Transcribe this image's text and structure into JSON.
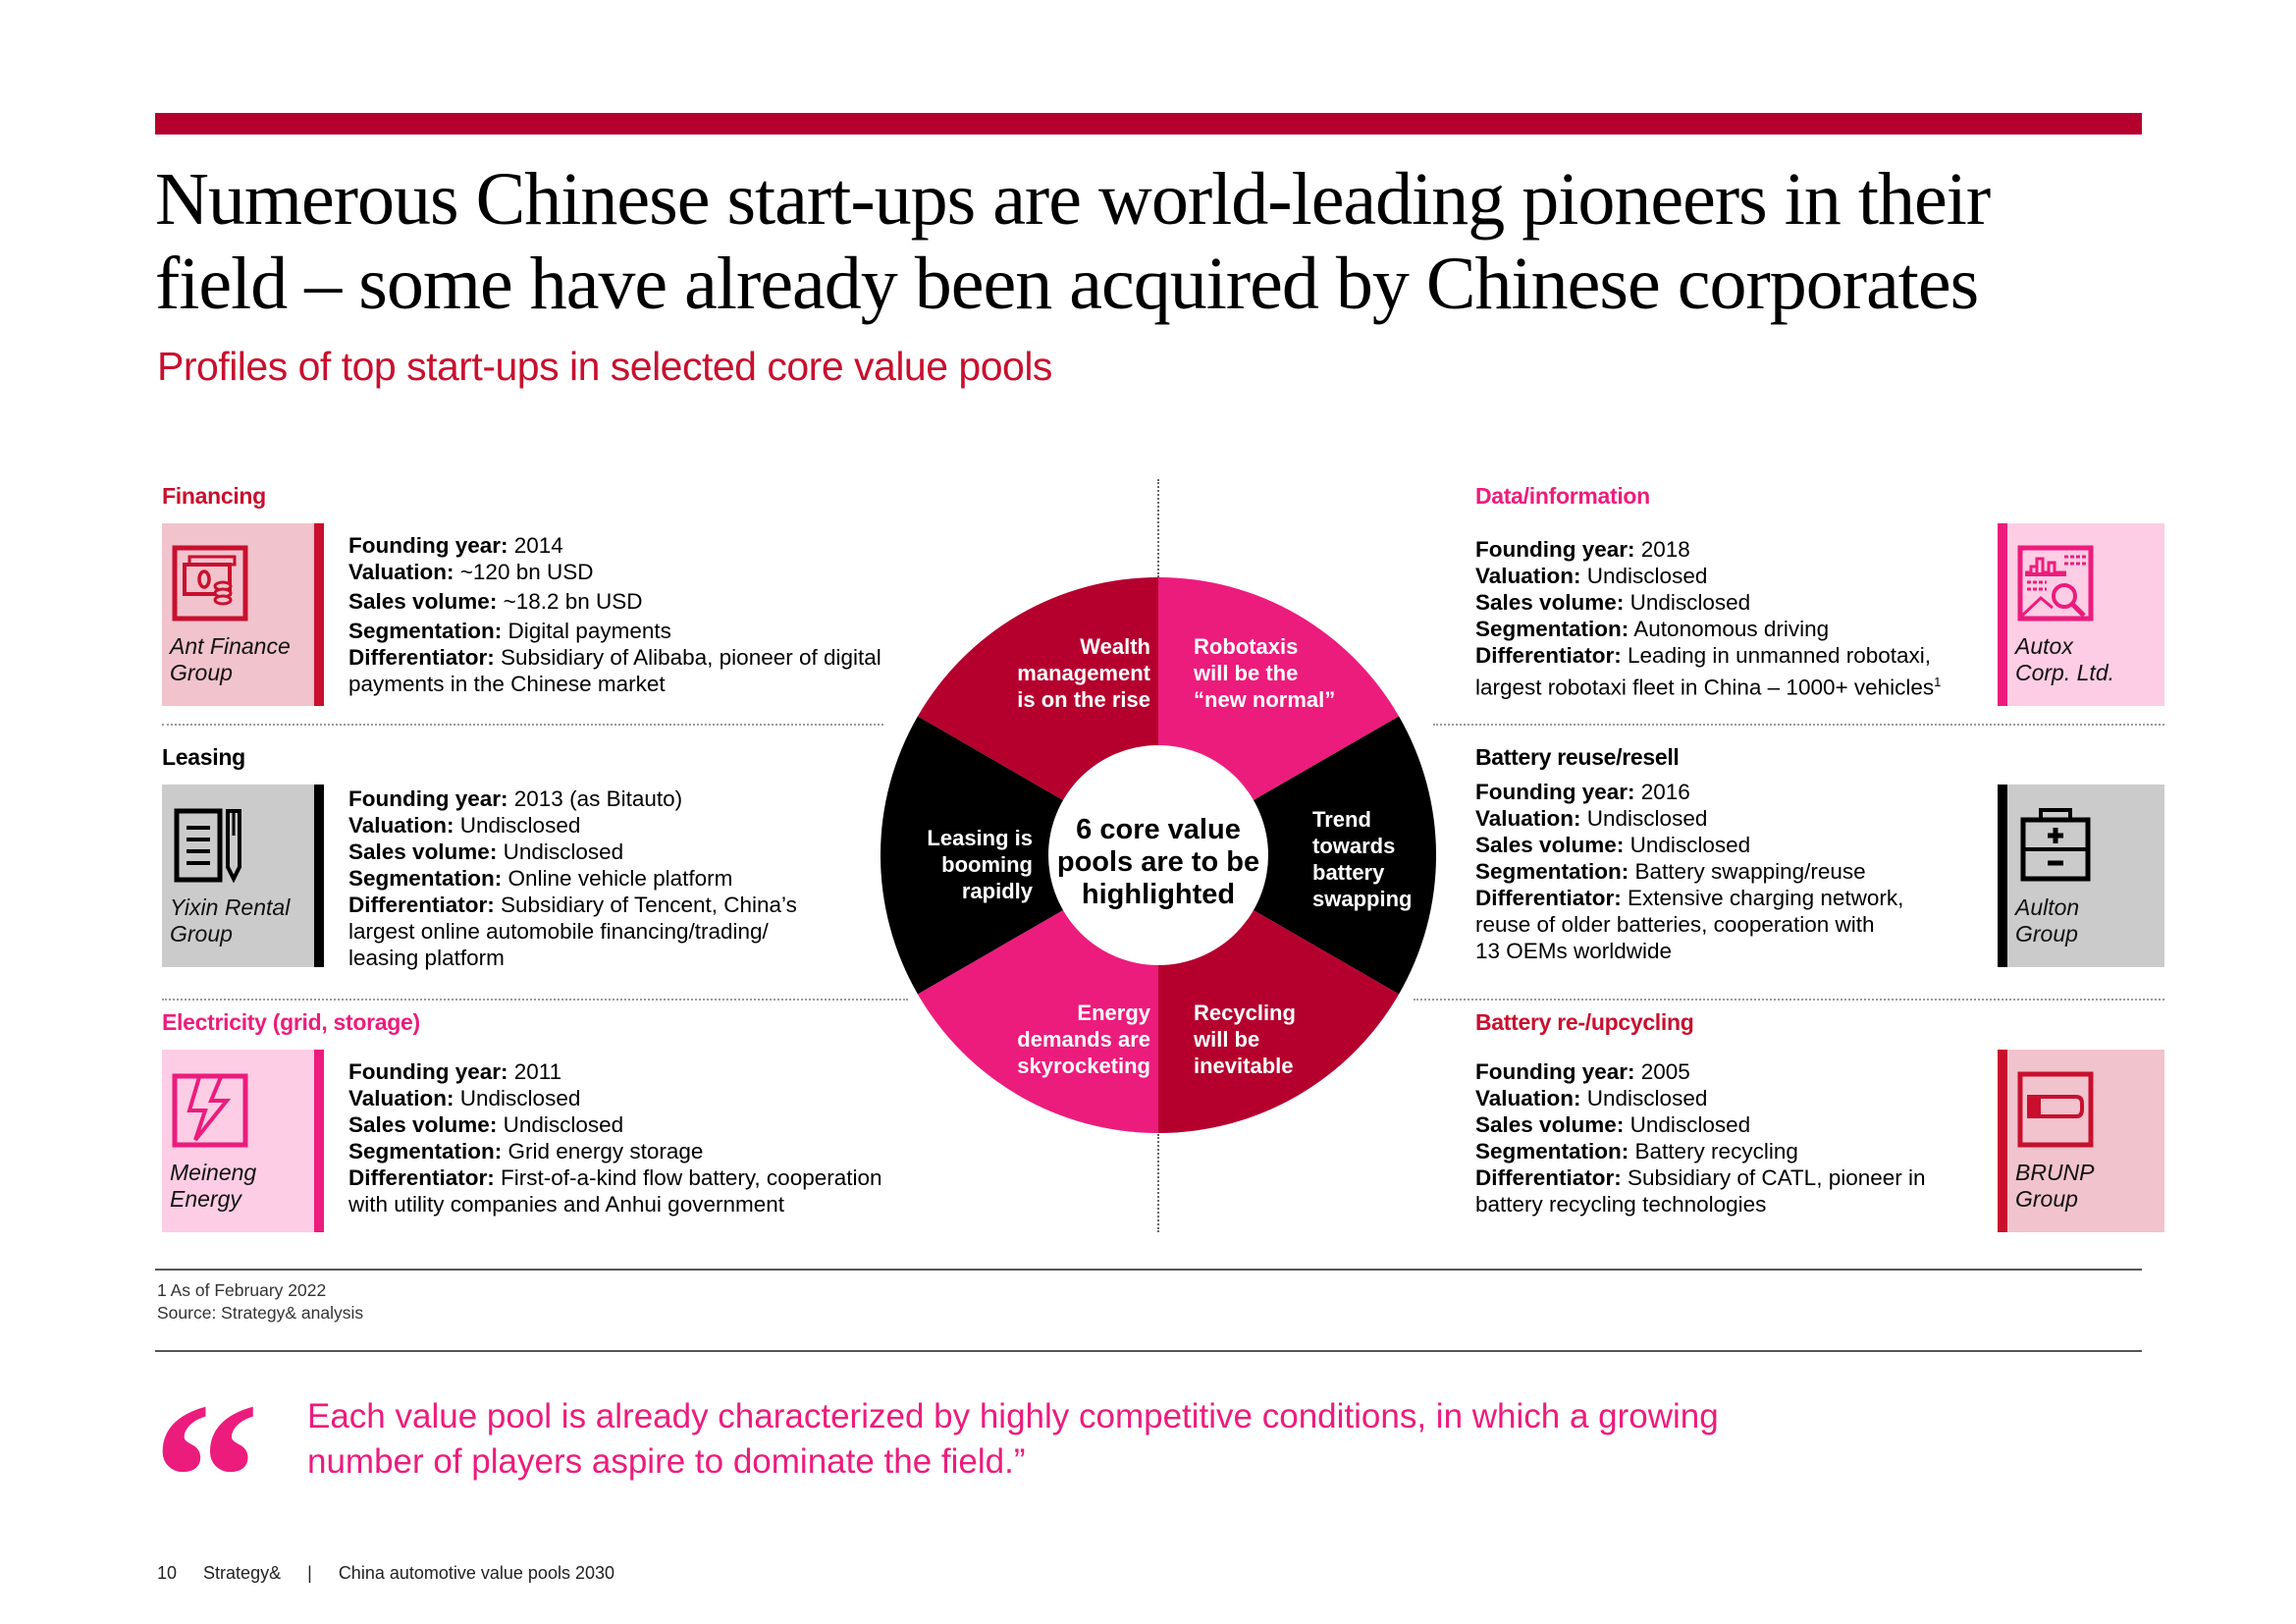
{
  "header": {
    "title_line1": "Numerous Chinese start-ups are world-leading pioneers in their",
    "title_line2": "field – some have already been acquired by Chinese corporates",
    "subtitle": "Profiles of top start-ups in selected core value pools"
  },
  "colors": {
    "brand_red": "#b5002e",
    "crimson": "#c8102e",
    "pink": "#ec1c7d",
    "light_red_card": "#f1c3cd",
    "light_pink_card": "#fccde4",
    "grey_card": "#cbcbcb",
    "black": "#000000"
  },
  "field_labels": {
    "founding_year": "Founding year:",
    "valuation": "Valuation:",
    "sales_volume": "Sales volume:",
    "segmentation": "Segmentation:",
    "differentiator": "Differentiator:"
  },
  "profiles": [
    {
      "category": "Financing",
      "company_line1": "Ant Finance",
      "company_line2": "Group",
      "icon": "money-coins-icon",
      "founding_year": "2014",
      "valuation": "~120 bn USD",
      "sales_volume": "~18.2 bn USD",
      "segmentation": "Digital payments",
      "differentiator_line1": "Subsidiary of Alibaba, pioneer of digital",
      "differentiator_line2": "payments in the Chinese market",
      "differentiator_line3": ""
    },
    {
      "category": "Leasing",
      "company_line1": "Yixin Rental",
      "company_line2": "Group",
      "icon": "document-pen-icon",
      "founding_year": "2013 (as Bitauto)",
      "valuation": "Undisclosed",
      "sales_volume": "Undisclosed",
      "segmentation": "Online vehicle platform",
      "differentiator_line1": "Subsidiary of Tencent, China’s",
      "differentiator_line2": "largest online automobile financing/trading/",
      "differentiator_line3": "leasing platform"
    },
    {
      "category": "Electricity (grid, storage)",
      "company_line1": "Meineng",
      "company_line2": "Energy",
      "icon": "lightning-bolt-icon",
      "founding_year": "2011",
      "valuation": "Undisclosed",
      "sales_volume": "Undisclosed",
      "segmentation": "Grid energy storage",
      "differentiator_line1": "First-of-a-kind flow battery, cooperation",
      "differentiator_line2": "with utility companies and Anhui government",
      "differentiator_line3": ""
    },
    {
      "category": "Data/information",
      "company_line1": "Autox",
      "company_line2": "Corp. Ltd.",
      "icon": "data-chart-magnifier-icon",
      "founding_year": "2018",
      "valuation": "Undisclosed",
      "sales_volume": "Undisclosed",
      "segmentation": "Autonomous driving",
      "differentiator_line1": "Leading in unmanned robotaxi,",
      "differentiator_line2": "largest robotaxi fleet in China – 1000+ vehicles",
      "differentiator_sup": "1",
      "differentiator_line3": ""
    },
    {
      "category": "Battery reuse/resell",
      "company_line1": "Aulton",
      "company_line2": "Group",
      "icon": "battery-plus-minus-icon",
      "founding_year": "2016",
      "valuation": "Undisclosed",
      "sales_volume": "Undisclosed",
      "segmentation": "Battery swapping/reuse",
      "differentiator_line1": "Extensive charging network,",
      "differentiator_line2": "reuse of older batteries, cooperation with",
      "differentiator_line3": "13 OEMs worldwide"
    },
    {
      "category": "Battery re-/upcycling",
      "company_line1": "BRUNP",
      "company_line2": "Group",
      "icon": "battery-low-icon",
      "founding_year": "2005",
      "valuation": "Undisclosed",
      "sales_volume": "Undisclosed",
      "segmentation": "Battery recycling",
      "differentiator_line1": "Subsidiary of CATL, pioneer in",
      "differentiator_line2": "battery recycling technologies",
      "differentiator_line3": ""
    }
  ],
  "donut": {
    "center_line1": "6 core value",
    "center_line2": "pools are to be",
    "center_line3": "highlighted",
    "segments": [
      {
        "l1": "Wealth",
        "l2": "management",
        "l3": "is on the rise",
        "color": "#b5002e"
      },
      {
        "l1": "Robotaxis",
        "l2": "will be the",
        "l3": "“new normal”",
        "color": "#ec1c7d"
      },
      {
        "l1": "Trend",
        "l2": "towards",
        "l3": "battery",
        "l4": "swapping",
        "color": "#000000"
      },
      {
        "l1": "Recycling",
        "l2": "will be",
        "l3": "inevitable",
        "color": "#b5002e"
      },
      {
        "l1": "Energy",
        "l2": "demands are",
        "l3": "skyrocketing",
        "color": "#ec1c7d"
      },
      {
        "l1": "Leasing is",
        "l2": "booming",
        "l3": "rapidly",
        "color": "#000000"
      }
    ]
  },
  "notes": {
    "footnote": "1 As of February 2022",
    "source": "Source: Strategy& analysis"
  },
  "quote": {
    "mark": "“",
    "line1": "Each value pool is already characterized by highly competitive conditions, in which a growing",
    "line2": "number of players aspire to dominate the field.”"
  },
  "footer": {
    "page_number": "10",
    "brand": "Strategy&",
    "separator": "|",
    "publication": "China automotive value pools 2030"
  }
}
